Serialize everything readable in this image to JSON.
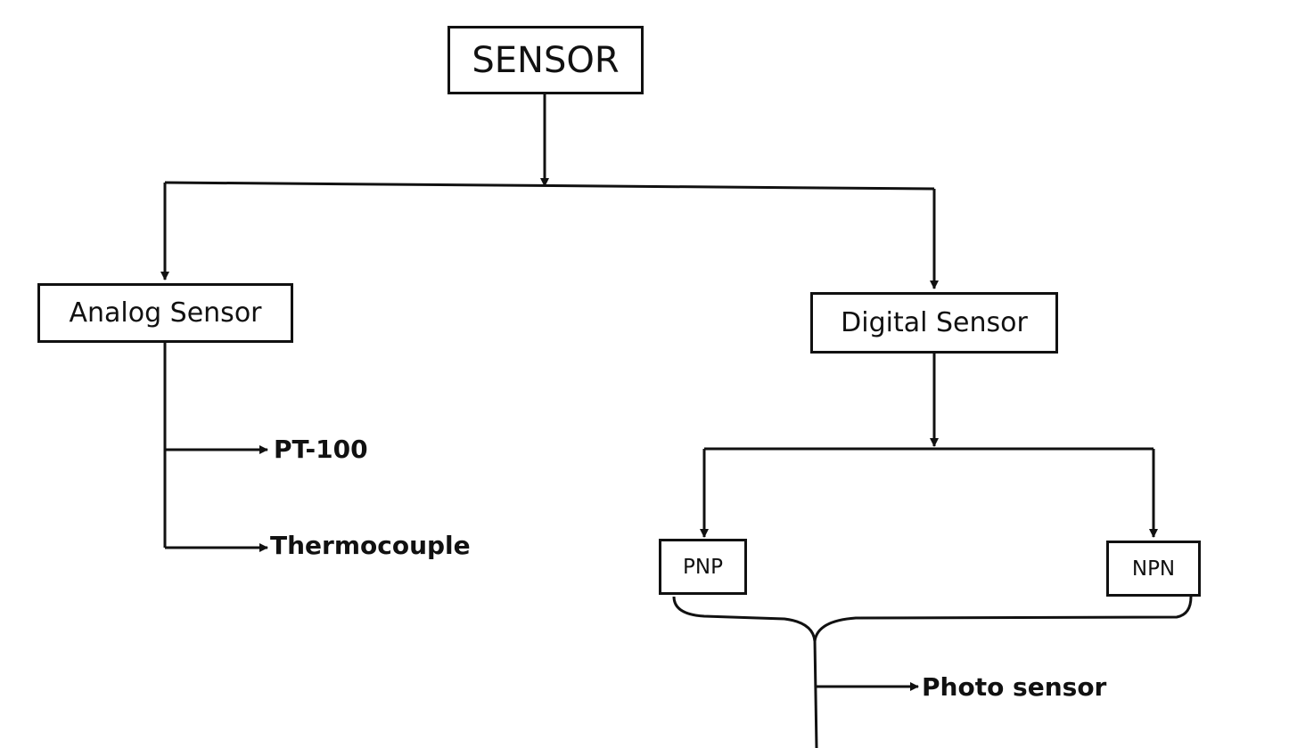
{
  "diagram": {
    "root": "SENSOR",
    "analog": {
      "title": "Analog Sensor",
      "examples": [
        "PT-100",
        "Thermocouple"
      ]
    },
    "digital": {
      "title": "Digital Sensor",
      "types": [
        "PNP",
        "NPN"
      ],
      "examples": [
        "Photo sensor"
      ]
    }
  },
  "colors": {
    "line": "#111111",
    "background": "#ffffff"
  }
}
